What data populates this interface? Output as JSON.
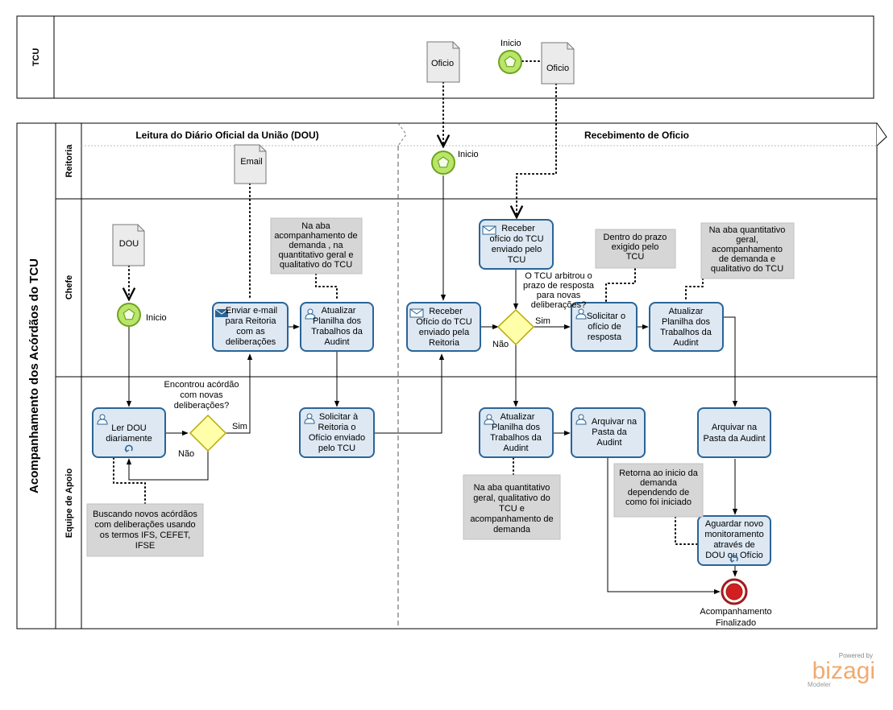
{
  "pools": {
    "tcu": "TCU",
    "main": "Acompanhamento dos Acórdãos do TCU"
  },
  "lanes": {
    "reitoria": "Reitoria",
    "chefe": "Chefe",
    "apoio": "Equipe de Apoio"
  },
  "phases": {
    "leitura": "Leitura do Diário Oficial da União (DOU)",
    "recebimento": "Recebimento de Oficio"
  },
  "events": {
    "inicio_tcu": "Inicio",
    "inicio_reitoria": "Inicio",
    "inicio_chefe": "Inicio",
    "fim_line1": "Acompanhamento",
    "fim_line2": "Finalizado"
  },
  "documents": {
    "oficio_tcu_1": "Oficio",
    "oficio_tcu_2": "Oficio",
    "email": "Email",
    "dou": "DOU"
  },
  "tasks": {
    "ler_dou": [
      "Ler DOU",
      "diariamente"
    ],
    "enviar_email": [
      "Enviar e-mail",
      "para Reitoria",
      "com as",
      "deliberações"
    ],
    "atualizar_1": [
      "Atualizar",
      "Planilha dos",
      "Trabalhos da",
      "Audint"
    ],
    "solicitar_reitoria": [
      "Solicitar à",
      "Reitoria  o",
      "Ofício enviado",
      "pelo TCU"
    ],
    "receber_reitoria": [
      "Receber",
      "Ofício do TCU",
      "enviado pela",
      "Reitoria"
    ],
    "receber_chefe": [
      "Receber",
      "ofício do TCU",
      "enviado pelo",
      "TCU"
    ],
    "solicitar_oficio": [
      "Solicitar o",
      "ofício de",
      "resposta"
    ],
    "atualizar_2": [
      "Atualizar",
      "Planilha  dos",
      "Trabalhos da",
      "Audint"
    ],
    "atualizar_3": [
      "Atualizar",
      "Planilha  dos",
      "Trabalhos da",
      "Audint"
    ],
    "arquivar_1": [
      "Arquivar na",
      "Pasta da",
      "Audint"
    ],
    "arquivar_2": [
      "Arquivar na",
      "Pasta da Audint"
    ],
    "aguardar": [
      "Aguardar novo",
      "monitoramento",
      "através de",
      "DOU ou Ofício"
    ]
  },
  "gateways": {
    "g1_question": [
      "Encontrou acórdão",
      "com novas",
      "deliberações?"
    ],
    "g1_sim": "Sim",
    "g1_nao": "Não",
    "g2_question": [
      "O TCU arbitrou o",
      "prazo de resposta",
      "para novas",
      "deliberações?"
    ],
    "g2_sim": "Sim",
    "g2_nao": "Não"
  },
  "notes": {
    "aba_demanda": [
      "Na aba",
      "acompanhamento de",
      "demanda , na",
      "quantitativo geral e",
      "qualitativo do TCU"
    ],
    "prazo": [
      "Dentro do prazo",
      "exigido pelo",
      "TCU"
    ],
    "aba_quant_1": [
      "Na aba quantitativo",
      "geral,",
      "acompanhamento",
      "de demanda e",
      "qualitativo do TCU"
    ],
    "buscando": [
      "Buscando novos acórdãos",
      "com deliberações usando",
      "os termos IFS, CEFET,",
      "IFSE"
    ],
    "aba_quant_2": [
      "Na aba quantitativo",
      "geral, qualitativo do",
      "TCU e",
      "acompanhamento de",
      "demanda"
    ],
    "retorna": [
      "Retorna ao inicio da",
      "demanda",
      "dependendo de",
      "como foi iniciado"
    ]
  },
  "branding": {
    "powered": "Powered by",
    "name": "bizagi",
    "product": "Modeler"
  },
  "colors": {
    "task_fill": "#dde8f3",
    "task_stroke": "#2a6496",
    "start_fill": "#bbe56a",
    "start_stroke": "#6aa51e",
    "end_stroke": "#a31b1b",
    "gateway_fill": "#ffffaa",
    "gateway_stroke": "#b8a800",
    "note_fill": "#d6d6d6"
  }
}
